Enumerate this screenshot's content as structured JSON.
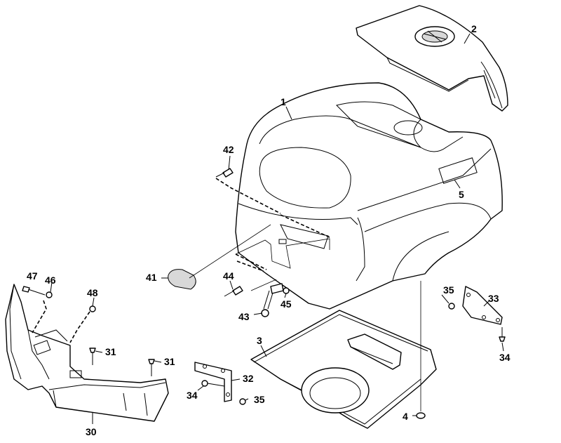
{
  "callouts": {
    "c1": "1",
    "c2": "2",
    "c3": "3",
    "c4": "4",
    "c5": "5",
    "c30": "30",
    "c31a": "31",
    "c31b": "31",
    "c32": "32",
    "c33": "33",
    "c34a": "34",
    "c34b": "34",
    "c35a": "35",
    "c35b": "35",
    "c41": "41",
    "c42": "42",
    "c43": "43",
    "c44": "44",
    "c45": "45",
    "c46": "46",
    "c47": "47",
    "c48": "48"
  }
}
